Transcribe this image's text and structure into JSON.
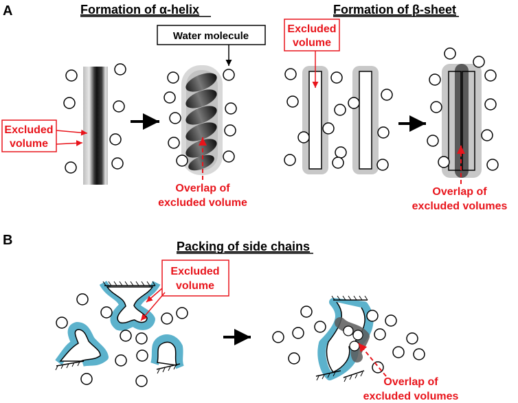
{
  "panel_a": {
    "label": "A",
    "helix_title": "Formation of α-helix",
    "sheet_title": "Formation of β-sheet",
    "water_label": "Water molecule",
    "excluded_volume_left": [
      "Excluded",
      "volume"
    ],
    "excluded_volume_sheet": [
      "Excluded",
      "volume"
    ],
    "overlap_helix": [
      "Overlap of",
      "excluded volume"
    ],
    "overlap_sheet": [
      "Overlap of",
      "excluded volumes"
    ]
  },
  "panel_b": {
    "label": "B",
    "title": "Packing of side chains",
    "excluded_volume": [
      "Excluded",
      "volume"
    ],
    "overlap": [
      "Overlap of",
      "excluded volumes"
    ]
  },
  "colors": {
    "red": "#e8141b",
    "blue_halo": "#5cb2cc",
    "gray_halo": "#c8c8c8"
  }
}
